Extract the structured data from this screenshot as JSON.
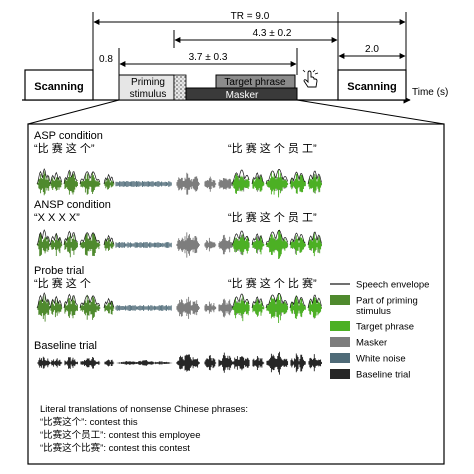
{
  "timeline": {
    "tr_label": "TR = 9.0",
    "dur_08": "0.8",
    "dur_43": "4.3 ± 0.2",
    "dur_37": "3.7 ± 0.3",
    "dur_20": "2.0",
    "scanning_left": "Scanning",
    "scanning_right": "Scanning",
    "priming_line1": "Priming",
    "priming_line2": "stimulus",
    "target_phrase": "Target phrase",
    "masker": "Masker",
    "time_label": "Time (s)",
    "hand_icon": "pointing-hand-icon"
  },
  "conditions": [
    {
      "title": "ASP condition",
      "prime_text": "“比 赛 这 个”",
      "target_text": "“比 赛  这 个 员  工”"
    },
    {
      "title": "ANSP condition",
      "prime_text": "“X  X  X  X”",
      "target_text": "“比 赛  这 个 员  工”"
    },
    {
      "title": "Probe trial",
      "prime_text": "“比 赛 这 个",
      "target_text": "“比 赛  这 个 比  赛”"
    },
    {
      "title": "Baseline trial",
      "prime_text": "",
      "target_text": ""
    }
  ],
  "legend": [
    {
      "label": "Speech envelope",
      "kind": "line",
      "color": "#1a1a1a"
    },
    {
      "label": "Part of priming",
      "label2": "stimulus",
      "kind": "box",
      "color": "#4f8a2e"
    },
    {
      "label": "Target phrase",
      "kind": "box",
      "color": "#4cb024"
    },
    {
      "label": "Masker",
      "kind": "box",
      "color": "#7d7d7d"
    },
    {
      "label": "White noise",
      "kind": "box",
      "color": "#4f6b78"
    },
    {
      "label": "Baseline trial",
      "kind": "box",
      "color": "#262626"
    }
  ],
  "translations": {
    "heading": "Literal translations of nonsense Chinese phrases:",
    "lines": [
      "“比赛这个”: contest this",
      "“比赛这个员工”: contest this employee",
      "“比赛这个比赛”: contest this contest"
    ]
  },
  "colors": {
    "prime_green": "#4f8a2e",
    "target_green": "#4cb024",
    "masker_gray": "#7d7d7d",
    "noise_blue": "#4f6b78",
    "baseline_black": "#262626",
    "target_box_fill": "#8b8b8b",
    "masker_box_fill": "#3a3a3a",
    "priming_box_fill": "#e6e6e6"
  }
}
